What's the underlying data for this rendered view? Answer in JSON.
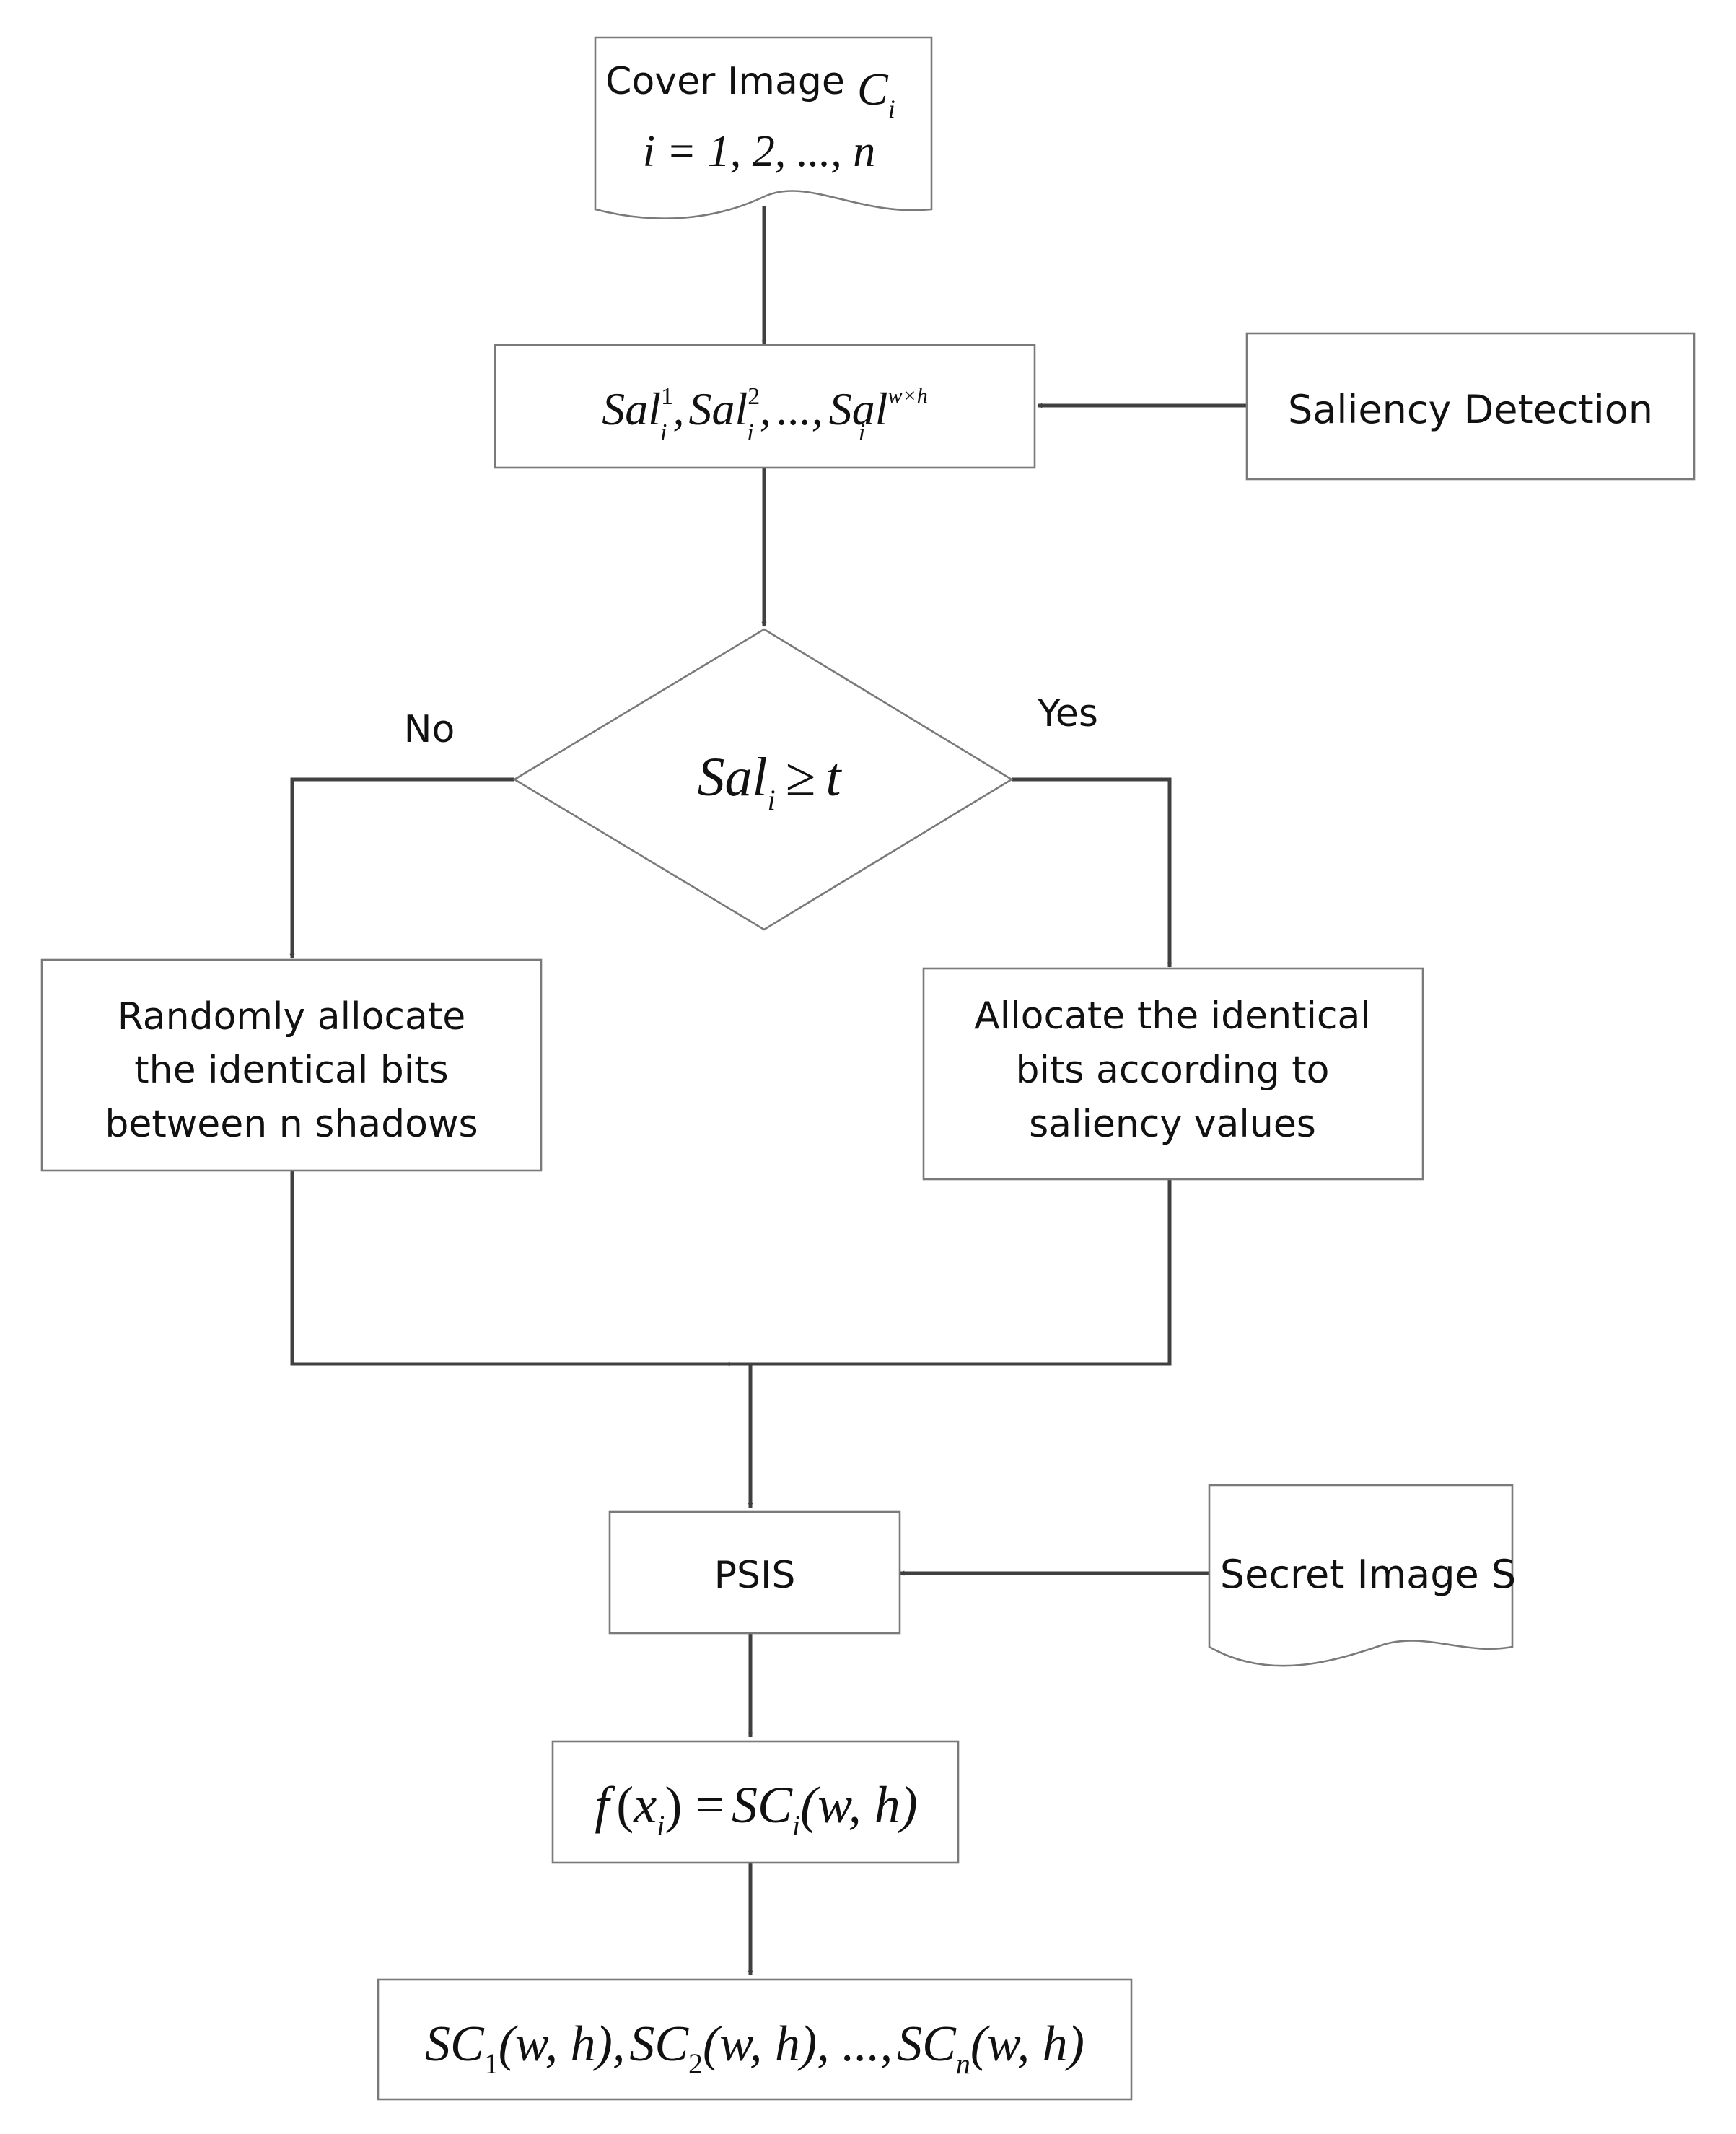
{
  "nodes": {
    "cover_image": {
      "label": "Cover Image",
      "var": "C",
      "var_sub": "i",
      "index_line": "i = 1, 2, ..., n"
    },
    "saliency_values": {
      "var": "Sal",
      "sub": "i",
      "sup1": "1",
      "sup2": "2",
      "supn": "w×h",
      "sep": ",",
      "ellipsis": "...,"
    },
    "saliency_detection": {
      "label": "Saliency Detection"
    },
    "decision": {
      "var": "Sal",
      "sub": "i",
      "op": "≥",
      "threshold": "t"
    },
    "branch_no": {
      "edge_label": "No",
      "lines": [
        "Randomly allocate",
        "the identical bits",
        "between n shadows"
      ]
    },
    "branch_yes": {
      "edge_label": "Yes",
      "lines": [
        "Allocate the identical",
        "bits according to",
        "saliency values"
      ]
    },
    "psis": {
      "label": "PSIS"
    },
    "secret_image": {
      "label": "Secret Image S"
    },
    "function": {
      "f": "f",
      "open": "(",
      "x": "x",
      "x_sub": "i",
      "close_eq": ") =",
      "sc": "SC",
      "sc_sub": "i",
      "args": "(w, h)"
    },
    "shadows": {
      "sc": "SC",
      "sub1": "1",
      "sub2": "2",
      "subn": "n",
      "args1": "(w, h),",
      "args2": "(w, h), ...,",
      "argsn": "(w, h)"
    }
  }
}
